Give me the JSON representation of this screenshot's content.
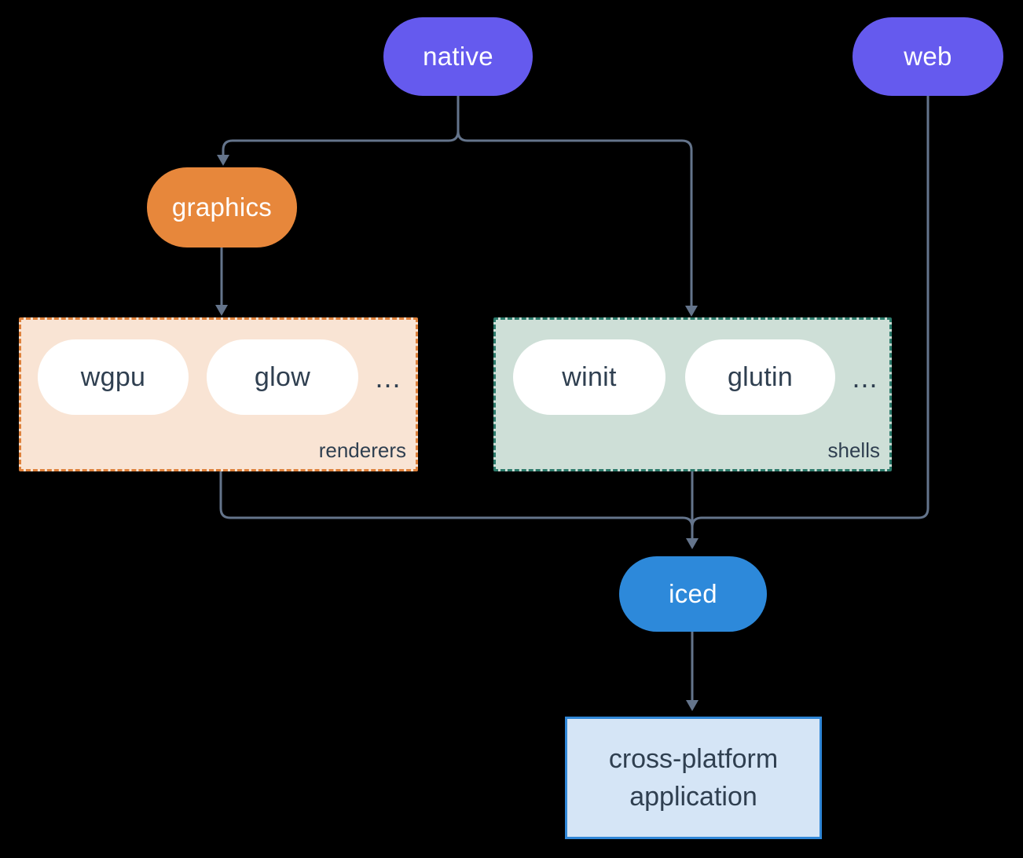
{
  "nodes": {
    "native": {
      "label": "native"
    },
    "web": {
      "label": "web"
    },
    "graphics": {
      "label": "graphics"
    },
    "iced": {
      "label": "iced"
    },
    "application": {
      "line1": "cross-platform",
      "line2": "application"
    }
  },
  "groups": {
    "renderers": {
      "label": "renderers",
      "items": [
        "wgpu",
        "glow"
      ],
      "ellipsis": "..."
    },
    "shells": {
      "label": "shells",
      "items": [
        "winit",
        "glutin"
      ],
      "ellipsis": "..."
    }
  },
  "colors": {
    "background": "#000000",
    "node_purple": "#655AEE",
    "node_orange": "#E7873B",
    "node_blue": "#2D89DA",
    "pill_white": "#FFFFFF",
    "dark_text": "#2F3F50",
    "connector": "#64748B",
    "renderers_fill": "#F9E4D4",
    "renderers_border": "#DE813B",
    "shells_fill": "#CEDFD7",
    "shells_border": "#2C7A6B",
    "application_fill": "#D5E5F6",
    "application_border": "#3087D7"
  }
}
